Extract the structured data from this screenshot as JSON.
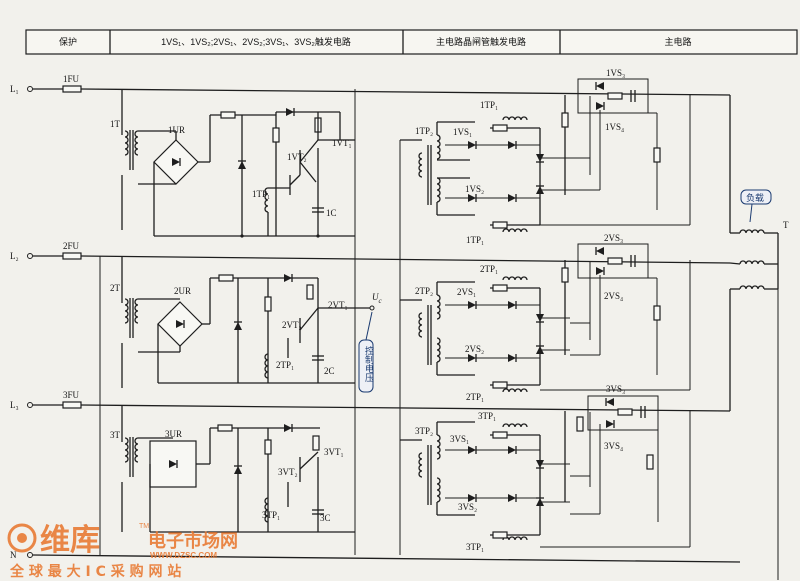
{
  "header": {
    "col1": "保护",
    "col2": "1VS₁、1VS₂;2VS₁、2VS₂;3VS₁、3VS₂触发电路",
    "col3": "主电路晶闸管触发电路",
    "col4": "主电路"
  },
  "lines": {
    "l1": "L₁",
    "l2": "L₂",
    "l3": "L₃",
    "n": "N"
  },
  "fuses": {
    "f1": "1FU",
    "f2": "2FU",
    "f3": "3FU"
  },
  "phase1": {
    "t": "1T",
    "ur": "1UR",
    "vt1": "1VT₁",
    "vt2": "1VT₂",
    "tp": "1TP₁",
    "c": "1C",
    "tp2": "1TP₂",
    "tp1a": "1TP₁",
    "tp1b": "1TP₁",
    "vs1": "1VS₁",
    "vs2": "1VS₂",
    "vs3": "1VS₃",
    "vs4": "1VS₄"
  },
  "phase2": {
    "t": "2T",
    "ur": "2UR",
    "vt1": "2VT₁",
    "vt2": "2VT₂",
    "tp": "2TP₁",
    "c": "2C",
    "tp2": "2TP₂",
    "tp1a": "2TP₁",
    "tp1b": "2TP₁",
    "vs1": "2VS₁",
    "vs2": "2VS₂",
    "vs3": "2VS₃",
    "vs4": "2VS₄"
  },
  "phase3": {
    "t": "3T",
    "ur": "3UR",
    "vt1": "3VT₁",
    "vt2": "3VT₂",
    "tp": "3TP₁",
    "c": "3C",
    "tp2": "3TP₂",
    "tp1a": "3TP₁",
    "tp1b": "3TP₁",
    "vs1": "3VS₁",
    "vs2": "3VS₂",
    "vs3": "3VS₃",
    "vs4": "3VS₄"
  },
  "uc_label": "U",
  "uc_sub": "c",
  "control_voltage": "控制电压",
  "load": "负载",
  "terminal_t": "T",
  "watermark": {
    "brand": "维库",
    "tagline": "电子市场网",
    "url": "WWW.DZSC.COM",
    "slogan": "全 球 最 大 I C 采 购 网 站",
    "tm": "TM"
  },
  "colors": {
    "ink": "#1e1e1e",
    "paper": "#f2f1ec",
    "watermark": "#e8742a",
    "callout": "#1a3a70"
  }
}
